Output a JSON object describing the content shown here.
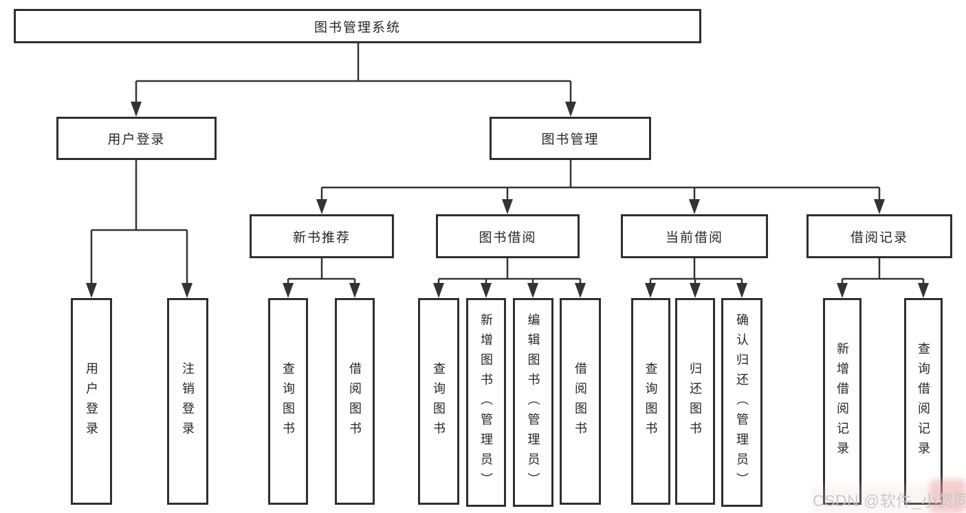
{
  "tree": {
    "label": "图书管理系统",
    "children": [
      {
        "label": "用户登录",
        "children": [
          {
            "label": "用户登录"
          },
          {
            "label": "注销登录"
          }
        ]
      },
      {
        "label": "图书管理",
        "children": [
          {
            "label": "新书推荐",
            "children": [
              {
                "label": "查询图书"
              },
              {
                "label": "借阅图书"
              }
            ]
          },
          {
            "label": "图书借阅",
            "children": [
              {
                "label": "查询图书"
              },
              {
                "label": "新增图书（管理员）"
              },
              {
                "label": "编辑图书（管理员）"
              },
              {
                "label": "借阅图书"
              }
            ]
          },
          {
            "label": "当前借阅",
            "children": [
              {
                "label": "查询图书"
              },
              {
                "label": "归还图书"
              },
              {
                "label": "确认归还（管理员）"
              }
            ]
          },
          {
            "label": "借阅记录",
            "children": [
              {
                "label": "新增借阅记录"
              },
              {
                "label": "查询借阅记录"
              }
            ]
          }
        ]
      }
    ]
  },
  "watermark": {
    "text": "CSDN @软件_小贺同学"
  },
  "colors": {
    "background": "#ffffff",
    "line": "#333333",
    "box_border": "#2e2e2e",
    "box_fill": "#ffffff",
    "text": "#262626",
    "watermark_text": "#c6c6c6",
    "watermark_accent": "#e79494"
  }
}
